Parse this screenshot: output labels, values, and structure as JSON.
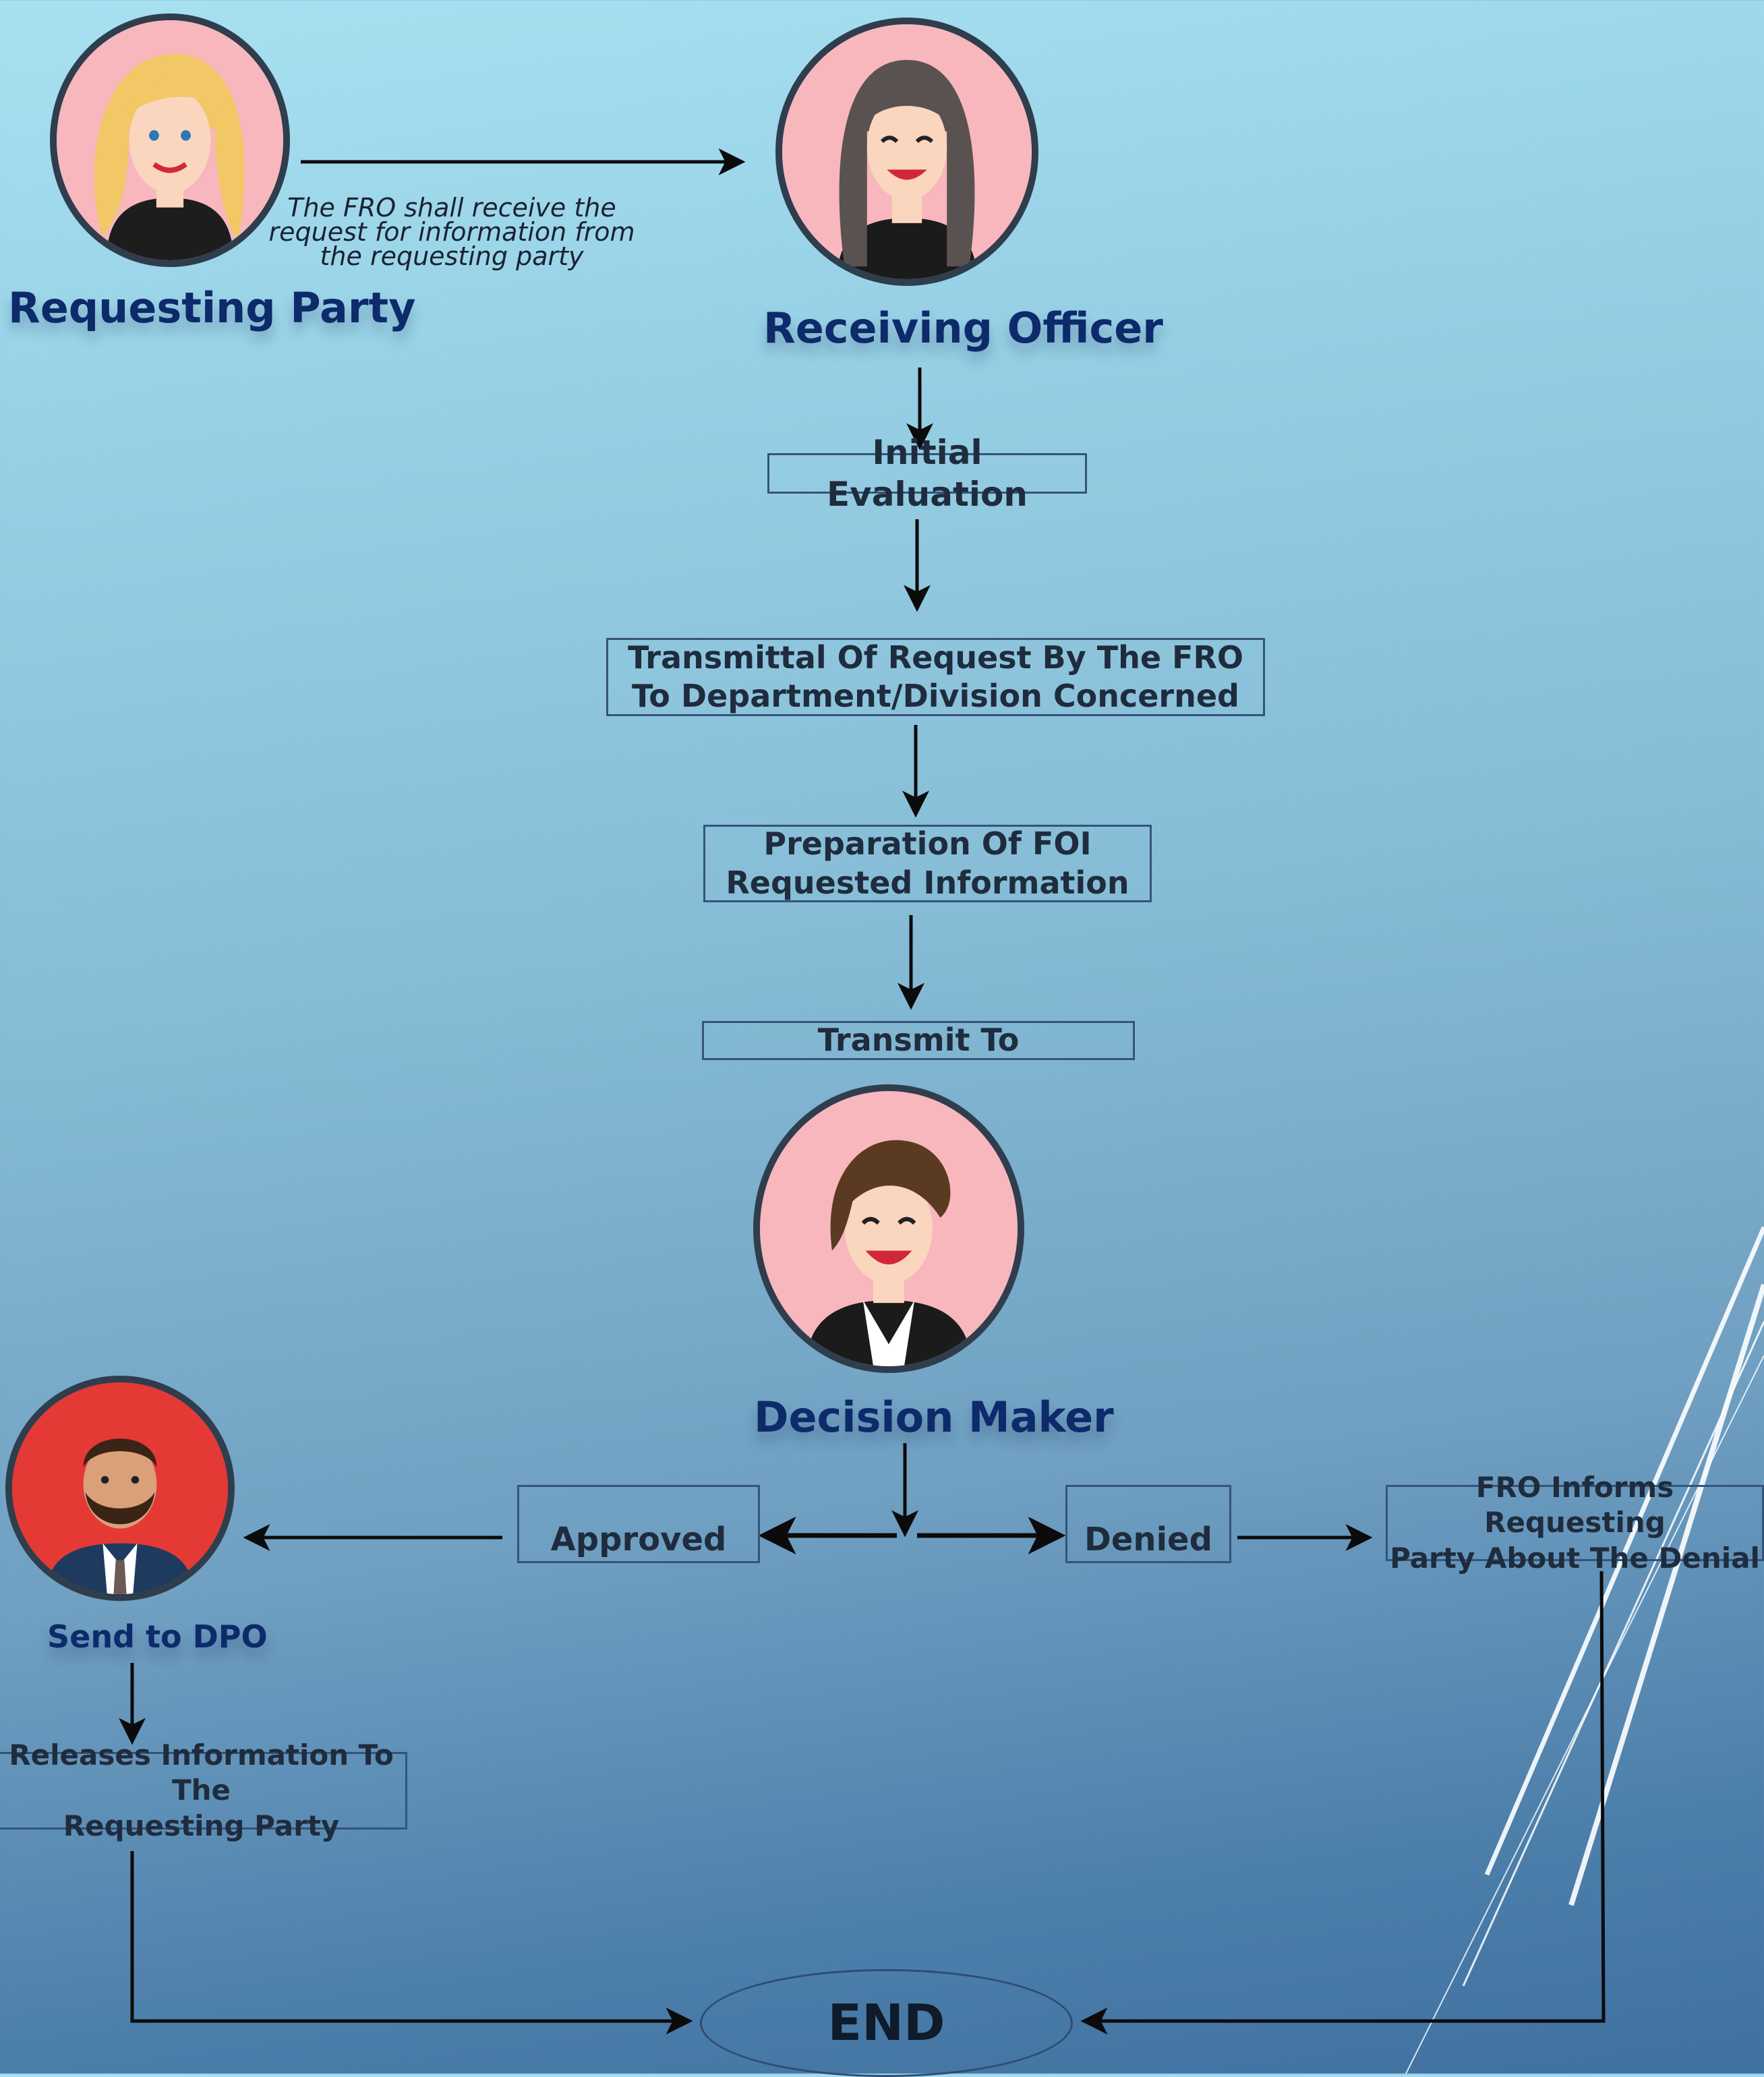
{
  "actors": {
    "requesting_party": "Requesting Party",
    "receiving_officer": "Receiving Officer",
    "decision_maker": "Decision Maker",
    "dpo": "Send to DPO"
  },
  "note": {
    "line1": "The FRO shall receive the",
    "line2": "request for information from",
    "line3": "the requesting party"
  },
  "steps": {
    "initial_evaluation": "Initial Evaluation",
    "transmittal_line1": "Transmittal Of Request By The FRO",
    "transmittal_line2": "To Department/Division Concerned",
    "preparation_line1": "Preparation Of FOI",
    "preparation_line2": "Requested Information",
    "transmit_to": "Transmit To"
  },
  "decision": {
    "approved": "Approved",
    "denied": "Denied"
  },
  "outcomes": {
    "fro_informs_line1": "FRO Informs Requesting",
    "fro_informs_line2": "Party About The Denial",
    "releases_line1": "Releases Information To The",
    "releases_line2": "Requesting Party"
  },
  "end": "END",
  "colors": {
    "background_top": "#a7e1f1",
    "background_bottom": "#3f70a0",
    "actor_label": "#0d2a6b",
    "box_border": "#35537a",
    "arrow": "#0b0b0b",
    "avatar_pink": "#f7b7bd",
    "avatar_red": "#e53935"
  },
  "icons": [
    "blonde-woman-avatar",
    "dark-hair-woman-avatar",
    "short-hair-woman-avatar",
    "bearded-man-avatar"
  ]
}
